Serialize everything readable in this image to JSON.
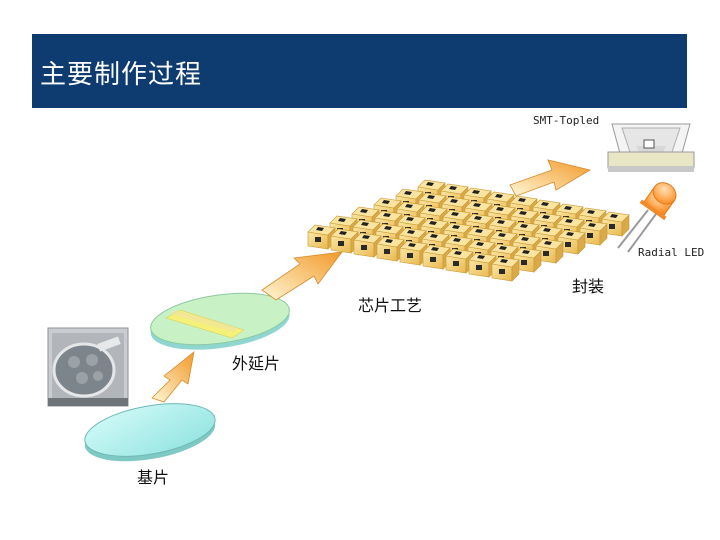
{
  "header": {
    "title": "主要制作过程"
  },
  "stages": {
    "substrate": "基片",
    "epitaxy": "外延片",
    "chip_process": "芯片工艺",
    "packaging": "封装"
  },
  "packages": {
    "smt": "SMT-Topled",
    "radial": "Radial LED"
  },
  "colors": {
    "header_bg": "#0e3b70",
    "wafer_fill": "#b8f0ee",
    "epi_top": "#c8f0c0",
    "epi_stripe": "#f5f07a",
    "chip_body": "#f3d27a",
    "arrow_start": "#fff7d6",
    "arrow_end": "#f29a2a",
    "led_body": "#ff9b3a"
  }
}
